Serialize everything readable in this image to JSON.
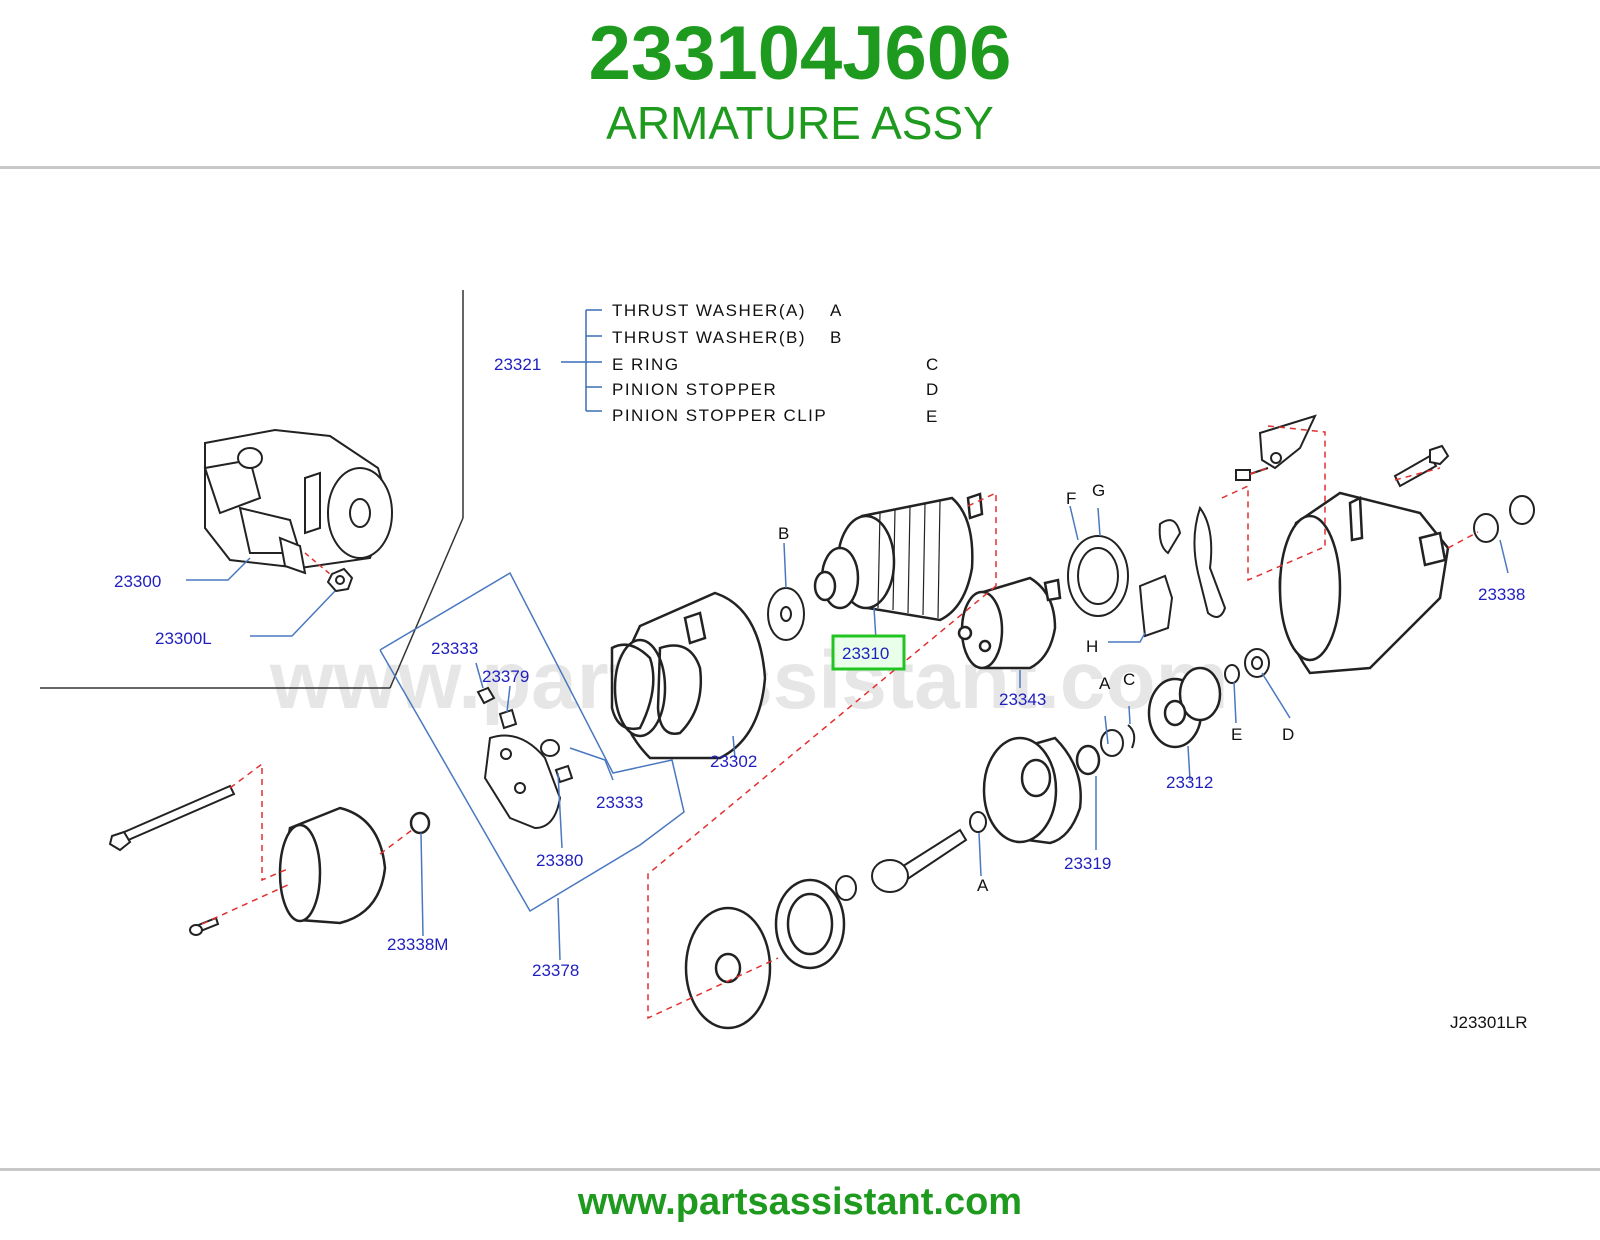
{
  "header": {
    "part_number": "233104J606",
    "part_name": "ARMATURE ASSY"
  },
  "legend": {
    "group_label": "23321",
    "items": [
      {
        "name": "THRUST  WASHER(A)",
        "code": "A"
      },
      {
        "name": "THRUST  WASHER(B)",
        "code": "B"
      },
      {
        "name": "E  RING",
        "code": "C"
      },
      {
        "name": "PINION  STOPPER",
        "code": "D"
      },
      {
        "name": "PINION  STOPPER  CLIP",
        "code": "E"
      }
    ]
  },
  "part_labels": {
    "p23300": "23300",
    "p23300L": "23300L",
    "p23333a": "23333",
    "p23379": "23379",
    "p23333b": "23333",
    "p23380": "23380",
    "p23378": "23378",
    "p23338M": "23338M",
    "p23302": "23302",
    "p23310": "23310",
    "p23343": "23343",
    "p23319": "23319",
    "p23312": "23312",
    "p23338": "23338"
  },
  "letter_labels": {
    "B": "B",
    "F": "F",
    "G": "G",
    "H": "H",
    "A1": "A",
    "C": "C",
    "E": "E",
    "D": "D",
    "A2": "A"
  },
  "diagram_code": "J23301LR",
  "watermark": "www.partsassistant.com",
  "footer": {
    "url": "www.partsassistant.com"
  },
  "colors": {
    "brand_green": "#1e9a1e",
    "label_blue": "#1f1fbf",
    "highlight_green": "#22c422",
    "leader_red": "#e03030",
    "group_line_blue": "#4a78c0"
  }
}
